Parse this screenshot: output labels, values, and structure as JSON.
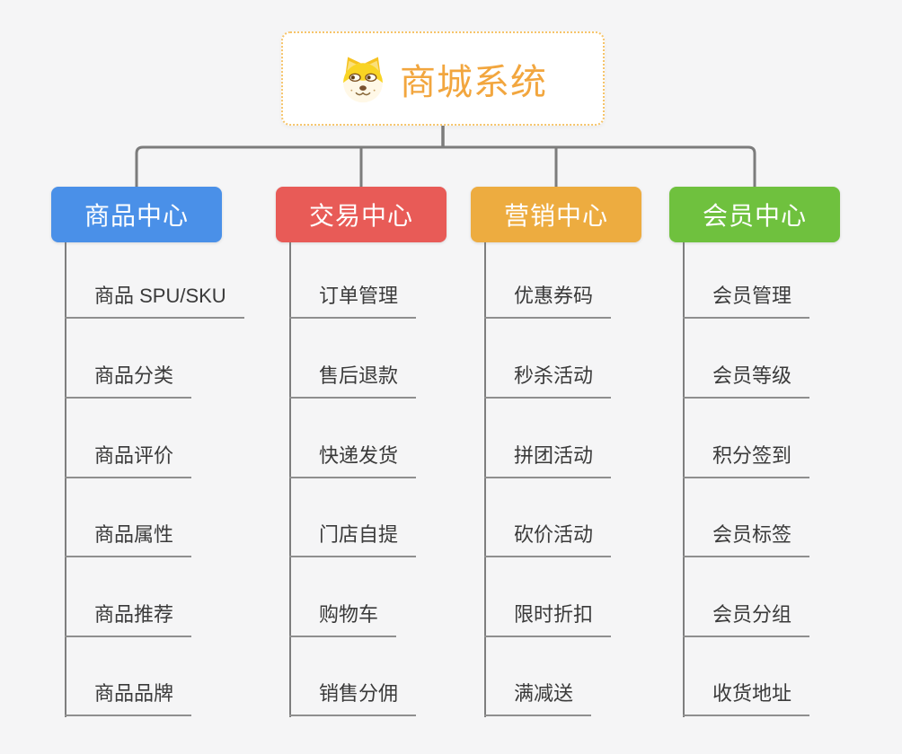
{
  "canvas": {
    "background": "#F5F5F6",
    "connector_color": "#7C7C7C"
  },
  "root": {
    "title": "商城系统",
    "icon": "doge-dog-icon",
    "text_color": "#F2A63E",
    "border_color": "#F6C46A"
  },
  "branches": [
    {
      "label": "商品中心",
      "color": "#4A90E8",
      "children": [
        "商品 SPU/SKU",
        "商品分类",
        "商品评价",
        "商品属性",
        "商品推荐",
        "商品品牌"
      ]
    },
    {
      "label": "交易中心",
      "color": "#E85B57",
      "children": [
        "订单管理",
        "售后退款",
        "快递发货",
        "门店自提",
        "购物车",
        "销售分佣"
      ]
    },
    {
      "label": "营销中心",
      "color": "#EDAC40",
      "children": [
        "优惠券码",
        "秒杀活动",
        "拼团活动",
        "砍价活动",
        "限时折扣",
        "满减送"
      ]
    },
    {
      "label": "会员中心",
      "color": "#6FC13E",
      "children": [
        "会员管理",
        "会员等级",
        "积分签到",
        "会员标签",
        "会员分组",
        "收货地址"
      ]
    }
  ]
}
